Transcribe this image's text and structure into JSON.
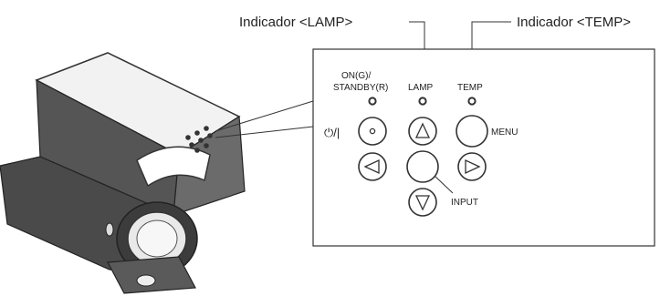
{
  "callouts": {
    "lamp_indicator": "Indicador <LAMP>",
    "temp_indicator": "Indicador <TEMP>"
  },
  "panel": {
    "on_standby_line1": "ON(G)/",
    "on_standby_line2": "STANDBY(R)",
    "lamp": "LAMP",
    "temp": "TEMP",
    "power_symbol": "⏻/|",
    "menu": "MENU",
    "input": "INPUT"
  },
  "icons": {
    "power": "power-icon",
    "up": "up-triangle-icon",
    "down": "down-triangle-icon",
    "left": "left-triangle-icon",
    "right": "right-triangle-icon"
  }
}
